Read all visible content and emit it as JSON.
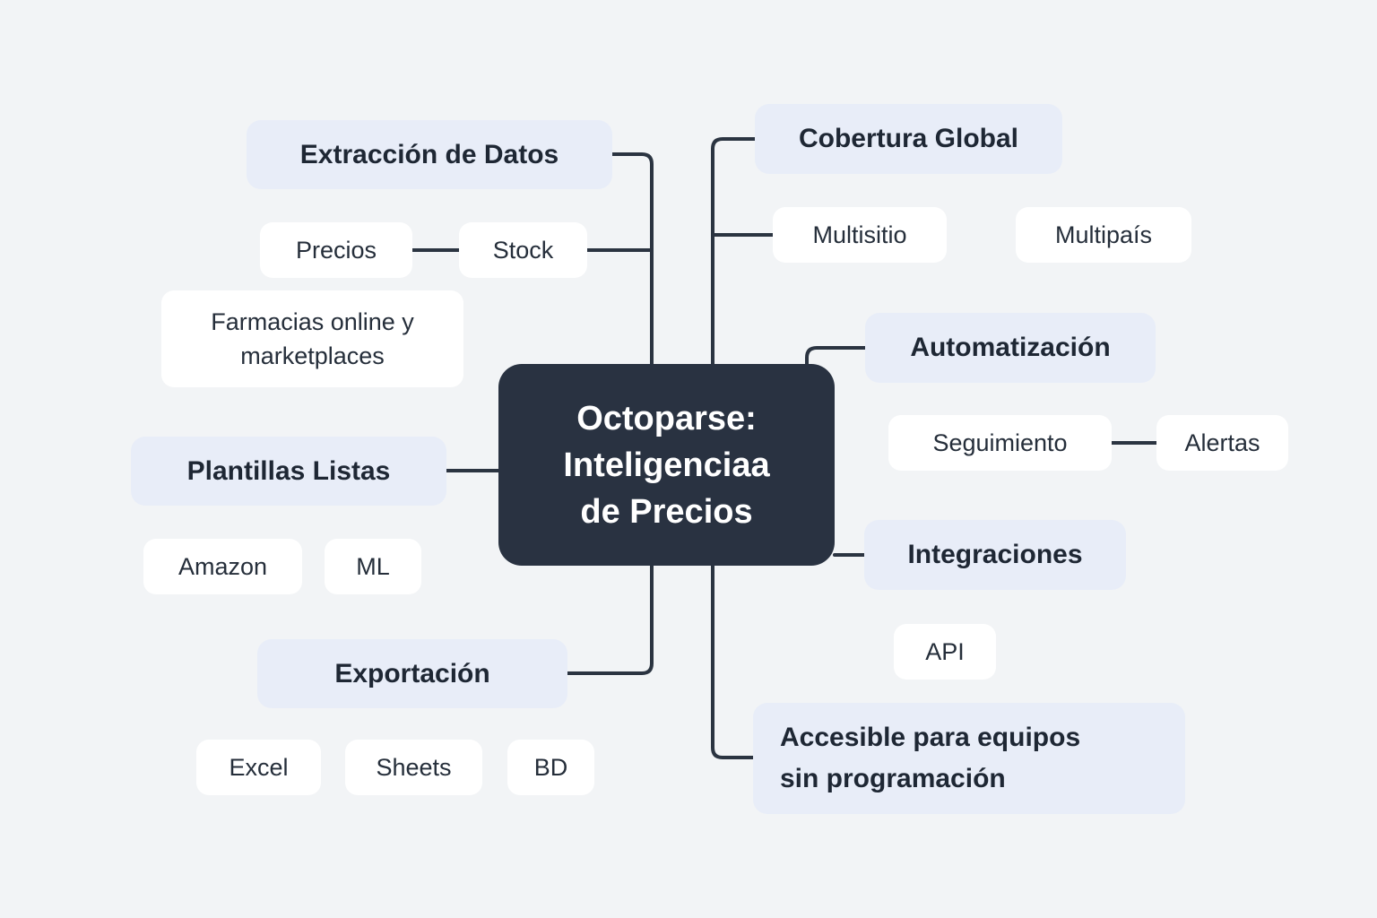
{
  "colors": {
    "background": "#f2f4f6",
    "branch_pill": "#e8edf8",
    "child_pill": "#ffffff",
    "center_bg": "#293241",
    "center_text": "#ffffff",
    "connector": "#2b3441",
    "branch_text": "#1e2734",
    "child_text": "#252e3a"
  },
  "center": {
    "title_lines": [
      "Octoparse:",
      "Inteligenciaa",
      "de Precios"
    ]
  },
  "branches": {
    "extraccion": {
      "label": "Extracción de Datos",
      "children": {
        "precios": "Precios",
        "stock": "Stock",
        "farmacias": "Farmacias online y marketplaces"
      }
    },
    "plantillas": {
      "label": "Plantillas Listas",
      "children": {
        "amazon": "Amazon",
        "ml": "ML"
      }
    },
    "exportacion": {
      "label": "Exportación",
      "children": {
        "excel": "Excel",
        "sheets": "Sheets",
        "bd": "BD"
      }
    },
    "cobertura": {
      "label": "Cobertura Global",
      "children": {
        "multisitio": "Multisitio",
        "multipais": "Multipaís"
      }
    },
    "automatizacion": {
      "label": "Automatización",
      "children": {
        "seguimiento": "Seguimiento",
        "alertas": "Alertas"
      }
    },
    "integraciones": {
      "label": "Integraciones",
      "children": {
        "api": "API"
      }
    },
    "accesible": {
      "label": "Accesible para equipos sin programación"
    }
  }
}
